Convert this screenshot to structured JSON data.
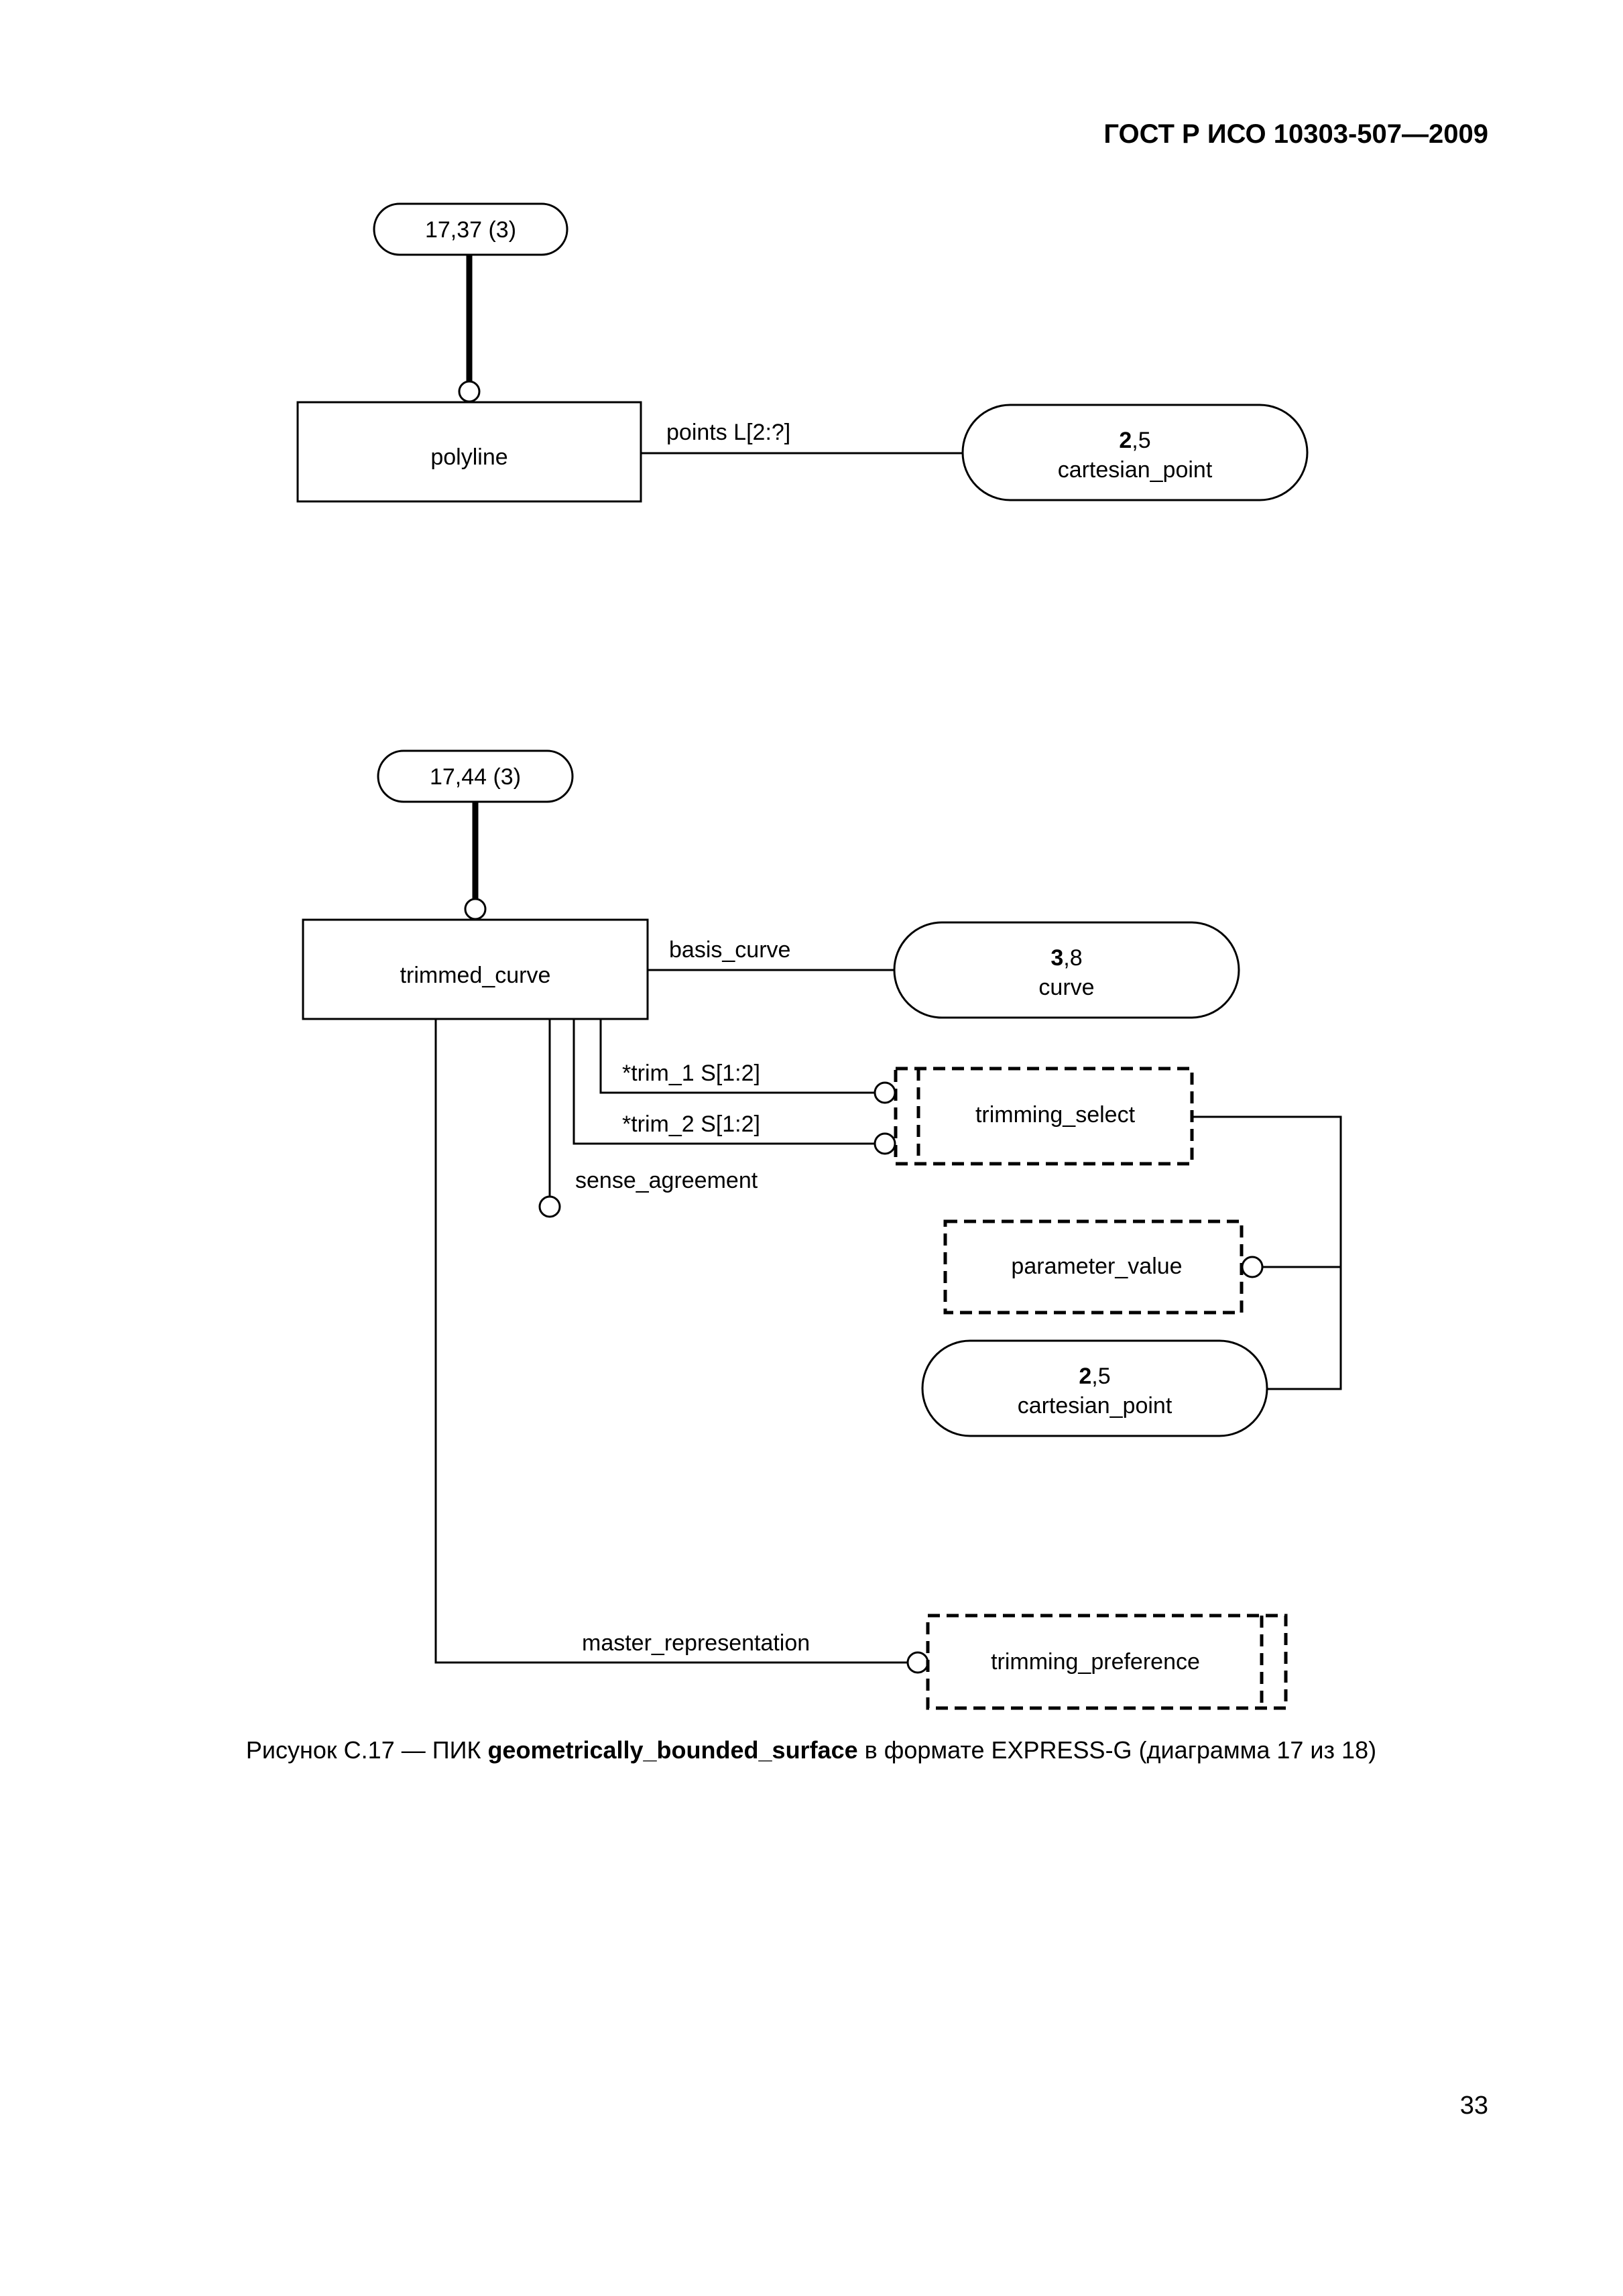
{
  "header": "ГОСТ Р ИСО 10303-507—2009",
  "diagram1": {
    "page_ref": "17,37 (3)",
    "entity": "polyline",
    "attribute": "points L[2:?]",
    "target_ref_bold": "2",
    "target_ref_rest": ",5",
    "target_name": "cartesian_point"
  },
  "diagram2": {
    "page_ref": "17,44 (3)",
    "entity": "trimmed_curve",
    "basis_attr": "basis_curve",
    "curve_ref_bold": "3",
    "curve_ref_rest": ",8",
    "curve_name": "curve",
    "trim1_attr": "*trim_1 S[1:2]",
    "trim2_attr": "*trim_2 S[1:2]",
    "select_name": "trimming_select",
    "sense_attr": "sense_agreement",
    "param_name": "parameter_value",
    "point_ref_bold": "2",
    "point_ref_rest": ",5",
    "point_name": "cartesian_point",
    "master_attr": "master_representation",
    "preference_name": "trimming_preference"
  },
  "caption": {
    "prefix": "Рисунок С.17 — ПИК ",
    "bold": "geometrically_bounded_surface",
    "suffix": " в формате EXPRESS-G (диаграмма  17 из 18)"
  },
  "page_number": "33"
}
